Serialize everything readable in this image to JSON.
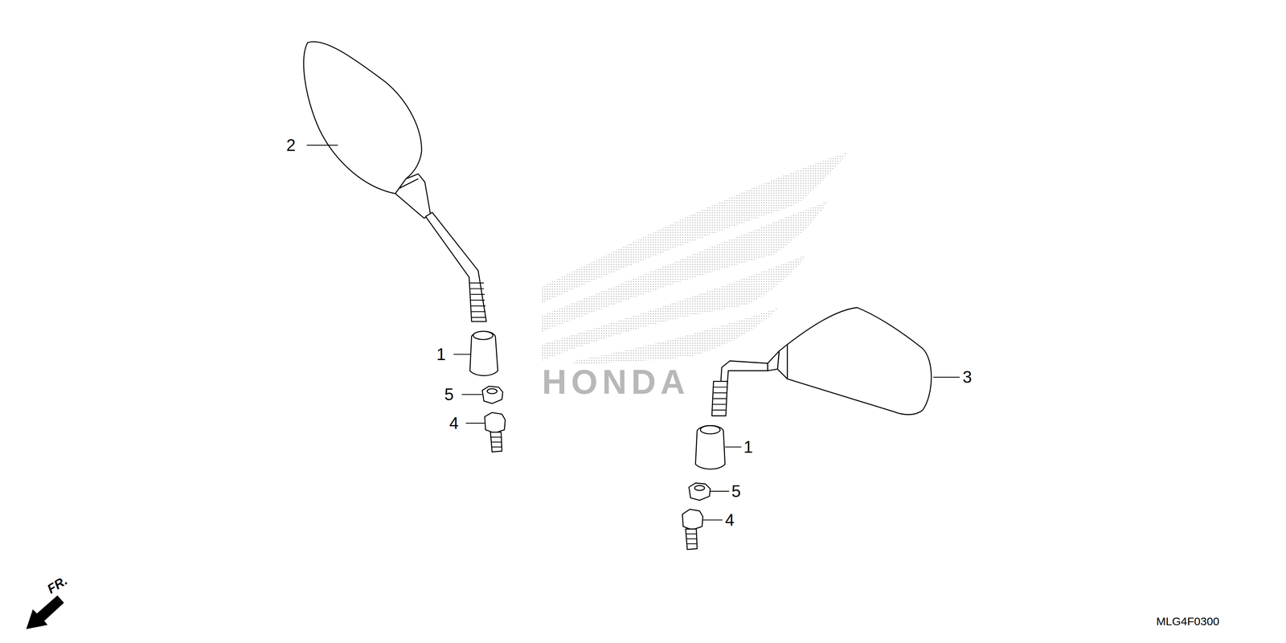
{
  "diagram": {
    "labels": [
      "2",
      "1",
      "5",
      "4",
      "3",
      "1",
      "5",
      "4",
      "HONDA",
      "FR.",
      "MLG4F0300"
    ]
  }
}
